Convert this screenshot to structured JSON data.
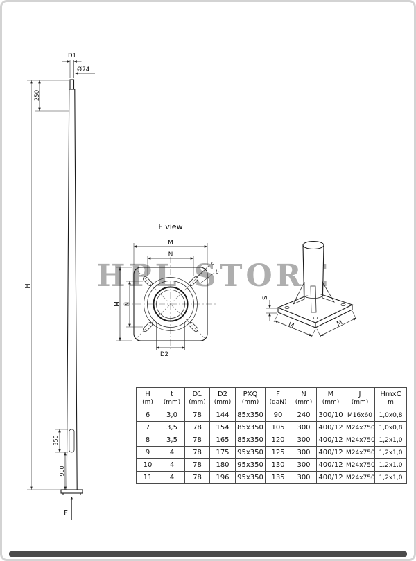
{
  "watermark": "HPL STORE",
  "pole": {
    "d1_label": "D1",
    "dia_label": "Ø74",
    "dim_250": "250",
    "height_label": "H",
    "dim_350": "350",
    "dim_900": "900",
    "f_label": "F"
  },
  "f_view": {
    "title": "F view",
    "m_top": "M",
    "n_top": "N",
    "m_left": "M",
    "n_left": "N",
    "d2_label": "D2",
    "callout_a": "o",
    "callout_b": "b"
  },
  "iso": {
    "s_label": "S",
    "m_left": "M",
    "m_right": "M"
  },
  "table": {
    "headers": [
      [
        "H",
        "(m)"
      ],
      [
        "t",
        "(mm)"
      ],
      [
        "D1",
        "(mm)"
      ],
      [
        "D2",
        "(mm)"
      ],
      [
        "PXQ",
        "(mm)"
      ],
      [
        "F",
        "(daN)"
      ],
      [
        "N",
        "(mm)"
      ],
      [
        "M",
        "(mm)"
      ],
      [
        "J",
        "(mm)"
      ],
      [
        "HmxC",
        "m"
      ]
    ],
    "rows": [
      [
        "6",
        "3,0",
        "78",
        "144",
        "85x350",
        "90",
        "240",
        "300/10",
        "M16x60",
        "1,0x0,8"
      ],
      [
        "7",
        "3,5",
        "78",
        "154",
        "85x350",
        "105",
        "300",
        "400/12",
        "M24x750",
        "1,0x0,8"
      ],
      [
        "8",
        "3,5",
        "78",
        "165",
        "85x350",
        "120",
        "300",
        "400/12",
        "M24x750",
        "1,2x1,0"
      ],
      [
        "9",
        "4",
        "78",
        "175",
        "95x350",
        "125",
        "300",
        "400/12",
        "M24x750",
        "1,2x1,0"
      ],
      [
        "10",
        "4",
        "78",
        "180",
        "95x350",
        "130",
        "300",
        "400/12",
        "M24x750",
        "1,2x1,0"
      ],
      [
        "11",
        "4",
        "78",
        "196",
        "95x350",
        "135",
        "300",
        "400/12",
        "M24x750",
        "1,2x1,0"
      ]
    ]
  }
}
